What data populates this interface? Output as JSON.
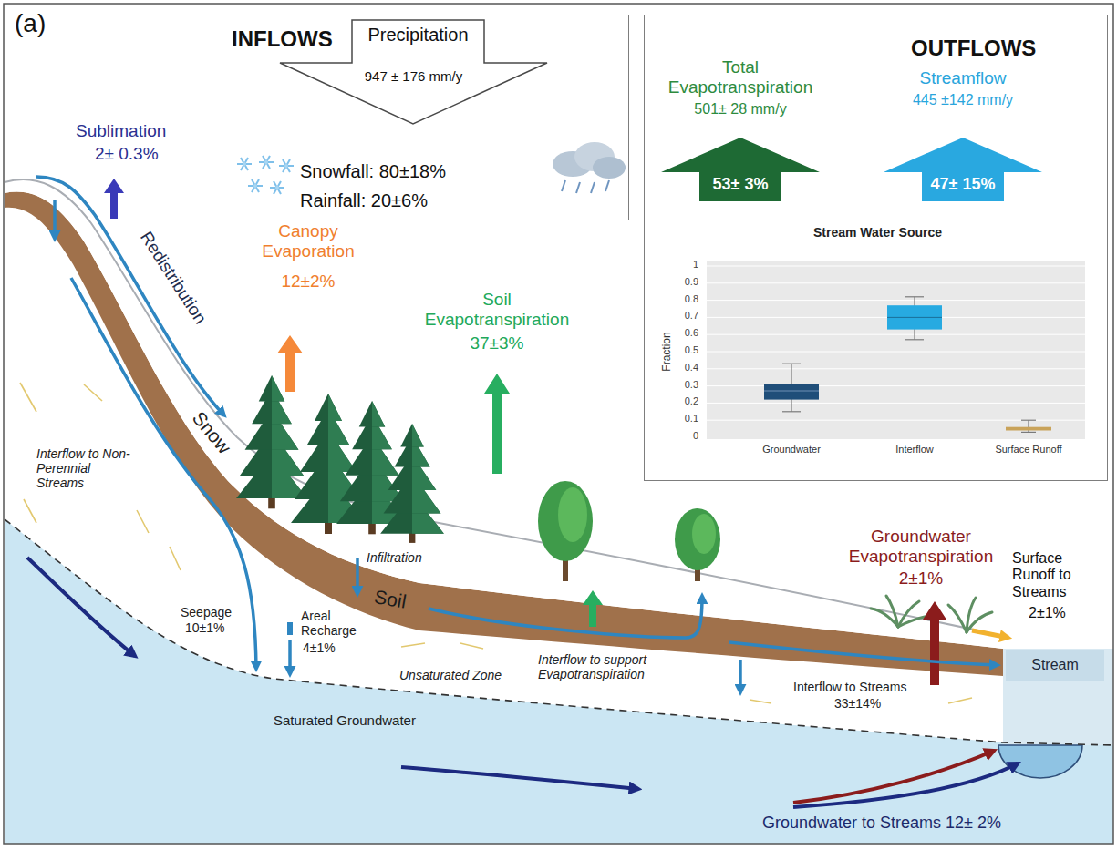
{
  "diagram": {
    "nodes": [
      {
        "text": [
          "INFLOWS",
          "Snowfall: 80±18%",
          "Rainfall: 20±6%"
        ]
      },
      {
        "text": [
          "Precipitation",
          "947 ± 176 mm/y"
        ],
        "in": 0
      },
      {
        "text": [
          "OUTFLOWS"
        ]
      },
      {
        "text": [
          "Total Evapotranspiration",
          "501± 28 mm/y",
          "53± 3%"
        ],
        "in": 2
      },
      {
        "text": [
          "Streamflow",
          "445 ±142 mm/y",
          "47± 15%"
        ],
        "in": 2
      },
      {
        "text": [
          "Stream Water Source"
        ],
        "in": 2
      },
      {
        "text": [
          "Stream"
        ]
      }
    ],
    "labels": [
      "(a)",
      "Sublimation",
      "2± 0.3%",
      "Redistribution",
      "Canopy Evaporation",
      "12±2%",
      "Soil Evapotranspiration",
      "37±3%",
      "Snow",
      "Soil",
      "Interflow to Non-Perennial Streams",
      "Seepage",
      "10±1%",
      "Areal Recharge",
      "4±1%",
      "Infiltration",
      "Interflow to support Evapotranspiration",
      "Unsaturated Zone",
      "Saturated Groundwater",
      "Groundwater Evapotranspiration",
      "2±1%",
      "Surface Runoff to Streams",
      "2±1%",
      "Interflow to Streams",
      "33±14%",
      "Groundwater to Streams 12± 2%",
      "Fraction",
      "1",
      "0.9",
      "0.8",
      "0.7",
      "0.6",
      "0.5",
      "0.4",
      "0.3",
      "0.2",
      "0.1",
      "0",
      "Groundwater",
      "Interflow",
      "Surface Runoff"
    ]
  }
}
